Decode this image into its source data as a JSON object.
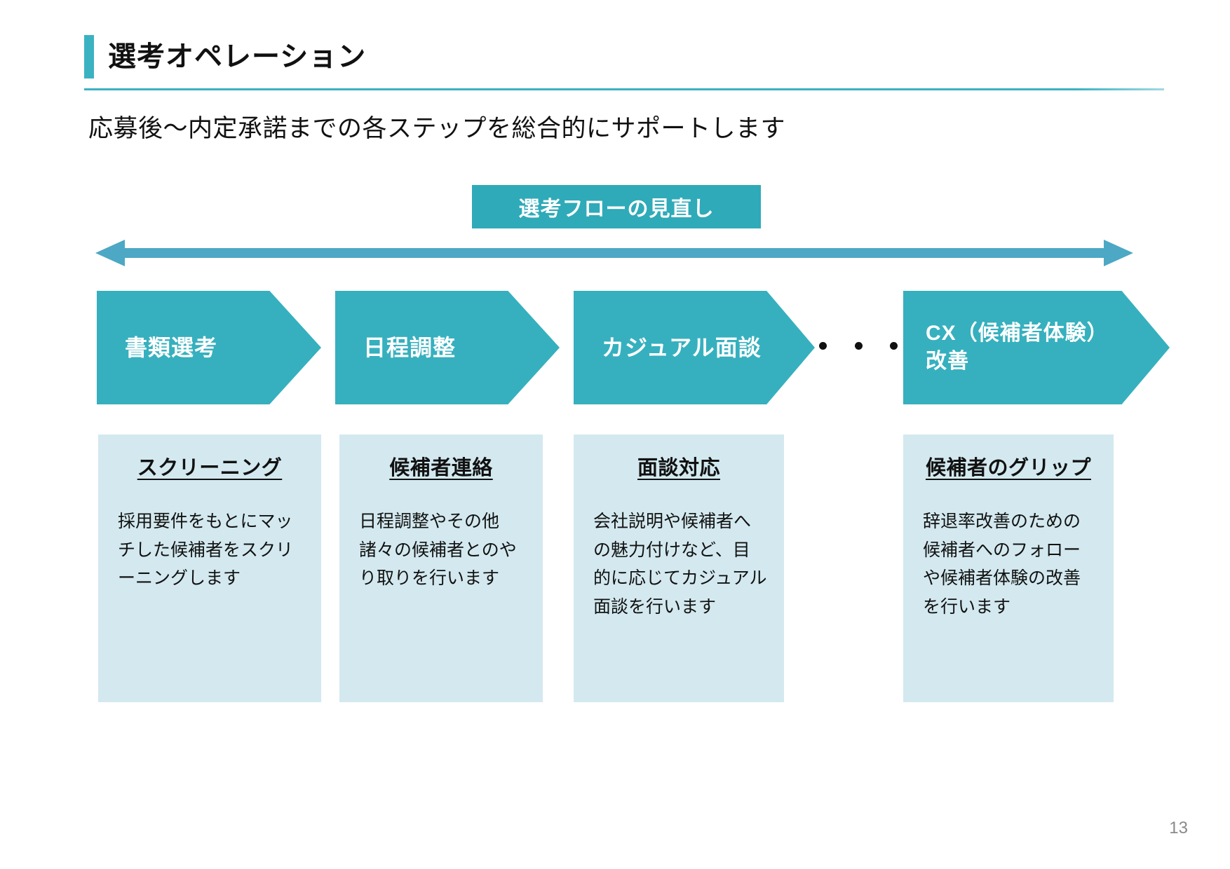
{
  "slide": {
    "title": "選考オペレーション",
    "subtitle": "応募後～内定承諾までの各ステップを総合的にサポートします",
    "banner_label": "選考フローの見直し",
    "page_number": "13",
    "colors": {
      "accent_teal": "#3BB2C2",
      "chevron_teal": "#36B0BE",
      "banner_teal": "#2FAAB8",
      "arrow_blue": "#4CA8C4",
      "card_bg": "#D3E9EF",
      "page_number_gray": "#8a8a8a"
    }
  },
  "flow": {
    "arrow_name": "bidirectional-arrow",
    "steps": [
      {
        "label": "書類選考"
      },
      {
        "label": "日程調整"
      },
      {
        "label": "カジュアル面談"
      },
      {
        "label": "CX（候補者体験）\n改善"
      }
    ],
    "ellipsis": "・・・"
  },
  "cards": [
    {
      "title": "スクリーニング",
      "body": "採用要件をもとにマッチした候補者をスクリーニングします"
    },
    {
      "title": "候補者連絡",
      "body": "日程調整やその他諸々の候補者とのやり取りを行います"
    },
    {
      "title": "面談対応",
      "body": "会社説明や候補者への魅力付けなど、目的に応じてカジュアル面談を行います"
    },
    {
      "title": "候補者のグリップ",
      "body": "辞退率改善のための候補者へのフォローや候補者体験の改善を行います"
    }
  ]
}
